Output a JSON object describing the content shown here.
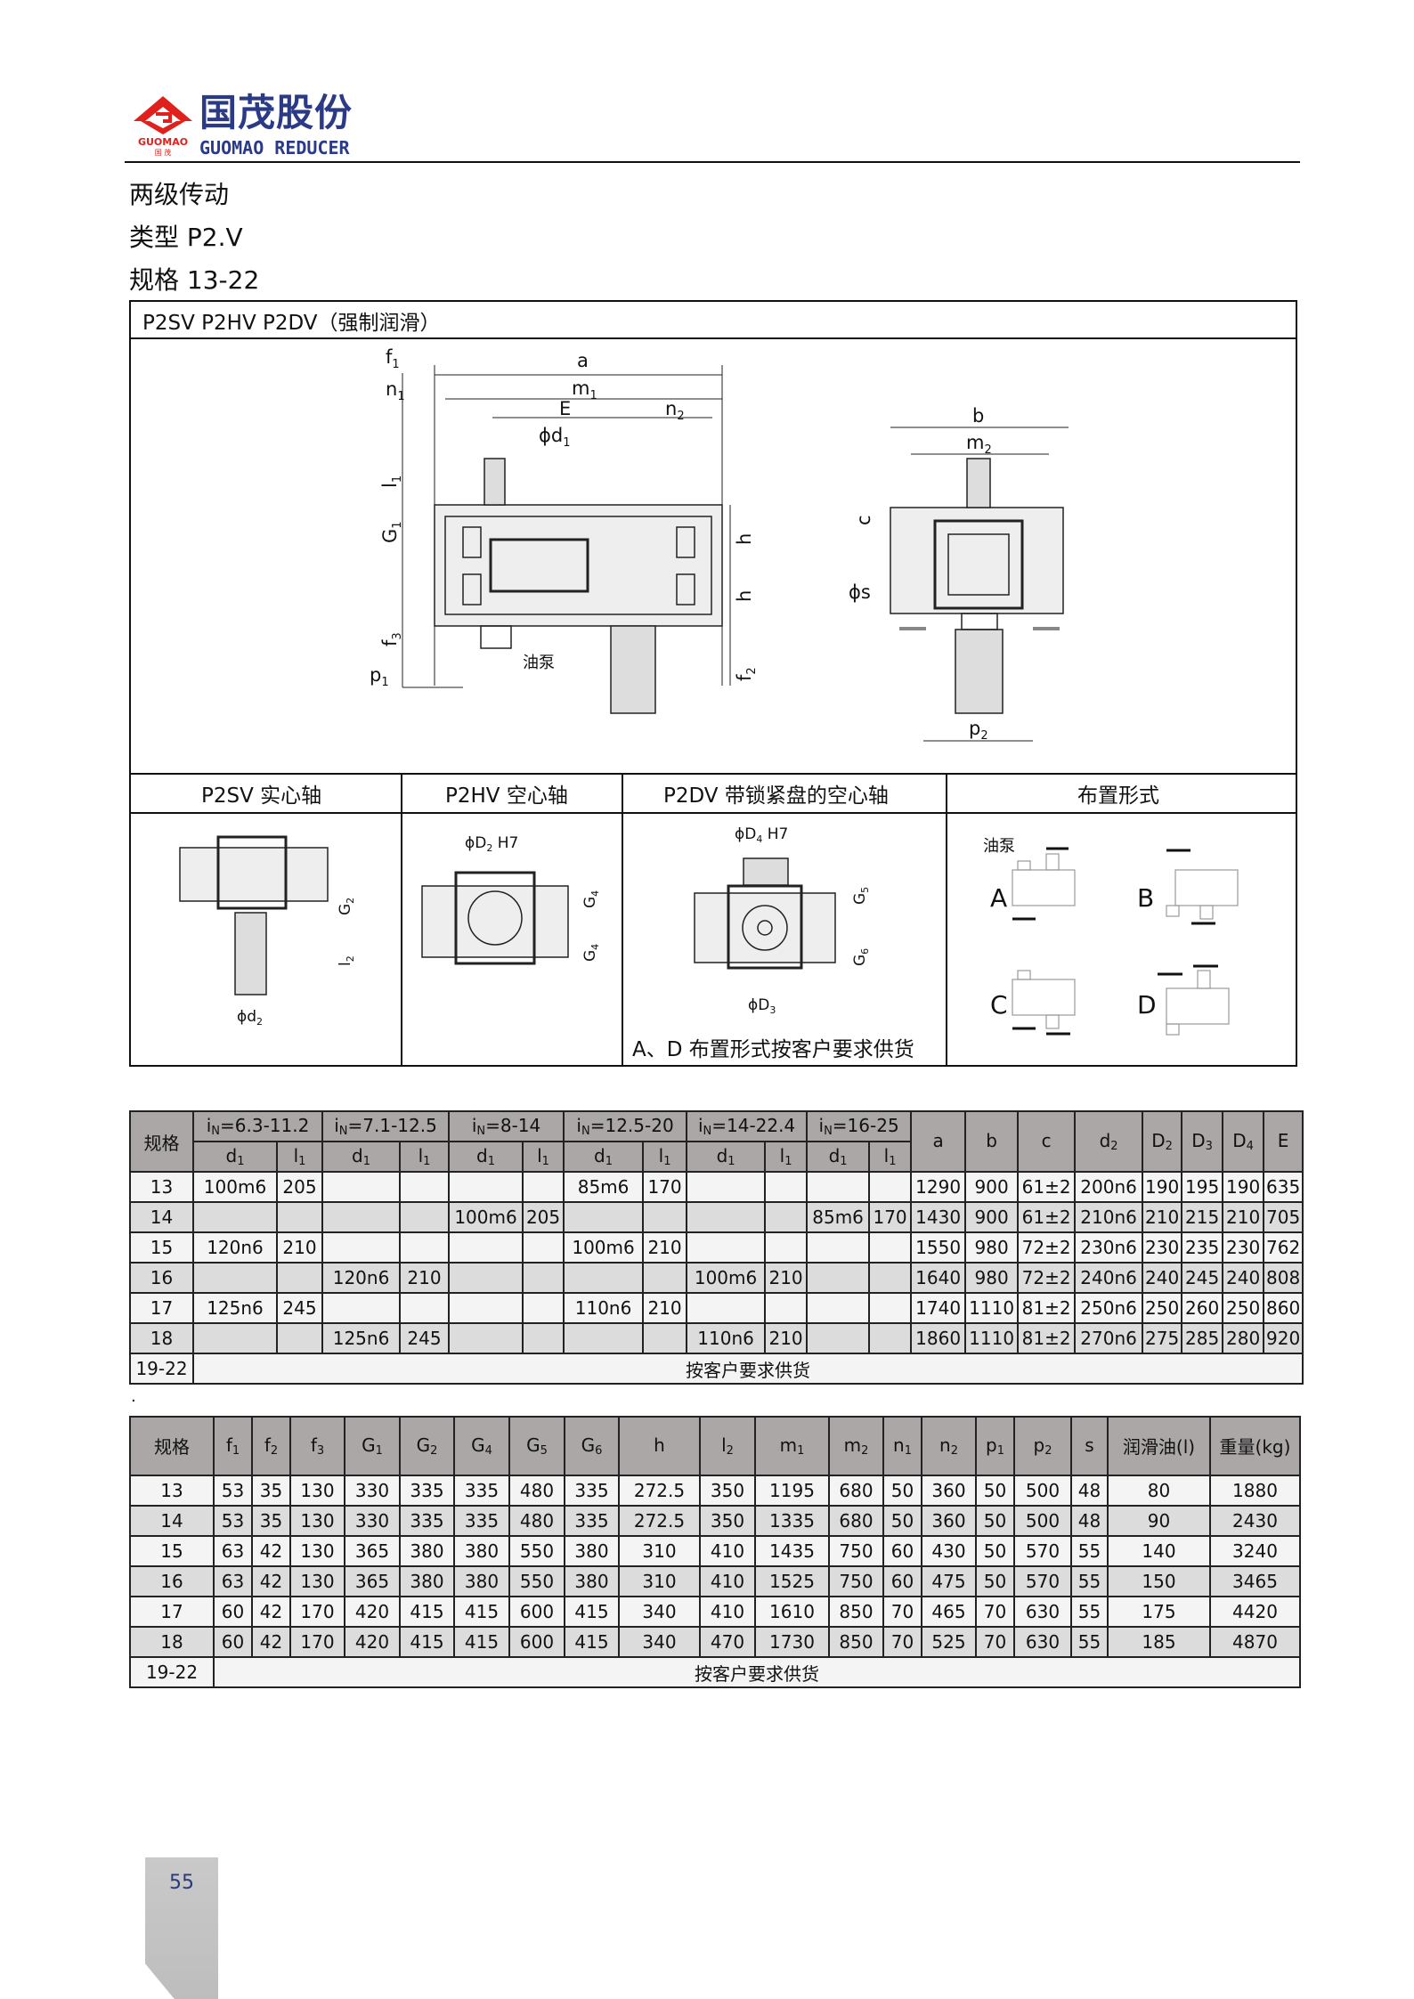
{
  "header": {
    "logo_cn": "国茂股份",
    "logo_en": "GUOMAO REDUCER",
    "logo_small": "GUOMAO",
    "logo_small_cn": "国 茂",
    "brand_color": "#2b3a86",
    "logo_red": "#e0201c"
  },
  "titles": [
    "两级传动",
    "类型 P2.V",
    "规格 13-22"
  ],
  "box_title": "P2SV P2HV P2DV（强制润滑）",
  "panels": [
    "P2SV  实心轴",
    "P2HV  空心轴",
    "P2DV  带锁紧盘的空心轴",
    "布置形式"
  ],
  "main_labels": {
    "f1": "f",
    "a": "a",
    "n1": "n",
    "m1": "m",
    "E": "E",
    "n2": "n",
    "d1": "ϕd",
    "l1": "l",
    "G1": "G",
    "f3": "f",
    "p1": "p",
    "pump": "油泵",
    "h": "h",
    "f2": "f",
    "b": "b",
    "m2": "m",
    "c": "c",
    "s": "ϕs",
    "p2": "p"
  },
  "subs": {
    "one": "1",
    "two": "2",
    "three": "3",
    "four": "4",
    "five": "5",
    "six": "6"
  },
  "sub_labels": {
    "d2": "ϕd",
    "G2": "G",
    "l2": "l",
    "D2": "ϕD",
    "H7": " H7",
    "G4": "G",
    "D4": "ϕD",
    "G5": "G",
    "G6": "G",
    "D3": "ϕD",
    "note": "A、D 布置形式按客户要求供货",
    "pump": "油泵",
    "A": "A",
    "B": "B",
    "C": "C",
    "D": "D"
  },
  "table1": {
    "size_header": "规格",
    "groups": [
      [
        "i",
        "N",
        "=6.3-11.2"
      ],
      [
        "i",
        "N",
        "=7.1-12.5"
      ],
      [
        "i",
        "N",
        "=8-14"
      ],
      [
        "i",
        "N",
        "=12.5-20"
      ],
      [
        "i",
        "N",
        "=14-22.4"
      ],
      [
        "i",
        "N",
        "=16-25"
      ]
    ],
    "sub_headers": [
      [
        "d",
        "1"
      ],
      [
        "l",
        "1"
      ]
    ],
    "right_headers": [
      [
        "a",
        ""
      ],
      [
        "b",
        ""
      ],
      [
        "c",
        ""
      ],
      [
        "d",
        "2"
      ],
      [
        "D",
        "2"
      ],
      [
        "D",
        "3"
      ],
      [
        "D",
        "4"
      ],
      [
        "E",
        ""
      ]
    ],
    "rows": [
      [
        "13",
        "100m6",
        "205",
        "",
        "",
        "",
        "",
        "85m6",
        "170",
        "",
        "",
        "",
        "",
        "1290",
        "900",
        "61±2",
        "200n6",
        "190",
        "195",
        "190",
        "635"
      ],
      [
        "14",
        "",
        "",
        "",
        "",
        "100m6",
        "205",
        "",
        "",
        "",
        "",
        "85m6",
        "170",
        "1430",
        "900",
        "61±2",
        "210n6",
        "210",
        "215",
        "210",
        "705"
      ],
      [
        "15",
        "120n6",
        "210",
        "",
        "",
        "",
        "",
        "100m6",
        "210",
        "",
        "",
        "",
        "",
        "1550",
        "980",
        "72±2",
        "230n6",
        "230",
        "235",
        "230",
        "762"
      ],
      [
        "16",
        "",
        "",
        "120n6",
        "210",
        "",
        "",
        "",
        "",
        "100m6",
        "210",
        "",
        "",
        "1640",
        "980",
        "72±2",
        "240n6",
        "240",
        "245",
        "240",
        "808"
      ],
      [
        "17",
        "125n6",
        "245",
        "",
        "",
        "",
        "",
        "110n6",
        "210",
        "",
        "",
        "",
        "",
        "1740",
        "1110",
        "81±2",
        "250n6",
        "250",
        "260",
        "250",
        "860"
      ],
      [
        "18",
        "",
        "",
        "125n6",
        "245",
        "",
        "",
        "",
        "",
        "110n6",
        "210",
        "",
        "",
        "1860",
        "1110",
        "81±2",
        "270n6",
        "275",
        "285",
        "280",
        "920"
      ]
    ],
    "last_row": [
      "19-22",
      "按客户要求供货"
    ]
  },
  "dot": ".",
  "table2": {
    "headers": [
      [
        "规格",
        ""
      ],
      [
        "f",
        "1"
      ],
      [
        "f",
        "2"
      ],
      [
        "f",
        "3"
      ],
      [
        "G",
        "1"
      ],
      [
        "G",
        "2"
      ],
      [
        "G",
        "4"
      ],
      [
        "G",
        "5"
      ],
      [
        "G",
        "6"
      ],
      [
        "h",
        ""
      ],
      [
        "l",
        "2"
      ],
      [
        "m",
        "1"
      ],
      [
        "m",
        "2"
      ],
      [
        "n",
        "1"
      ],
      [
        "n",
        "2"
      ],
      [
        "p",
        "1"
      ],
      [
        "p",
        "2"
      ],
      [
        "s",
        ""
      ],
      [
        "润滑油(l)",
        ""
      ],
      [
        "重量(kg)",
        ""
      ]
    ],
    "rows": [
      [
        "13",
        "53",
        "35",
        "130",
        "330",
        "335",
        "335",
        "480",
        "335",
        "272.5",
        "350",
        "1195",
        "680",
        "50",
        "360",
        "50",
        "500",
        "48",
        "80",
        "1880"
      ],
      [
        "14",
        "53",
        "35",
        "130",
        "330",
        "335",
        "335",
        "480",
        "335",
        "272.5",
        "350",
        "1335",
        "680",
        "50",
        "360",
        "50",
        "500",
        "48",
        "90",
        "2430"
      ],
      [
        "15",
        "63",
        "42",
        "130",
        "365",
        "380",
        "380",
        "550",
        "380",
        "310",
        "410",
        "1435",
        "750",
        "60",
        "430",
        "50",
        "570",
        "55",
        "140",
        "3240"
      ],
      [
        "16",
        "63",
        "42",
        "130",
        "365",
        "380",
        "380",
        "550",
        "380",
        "310",
        "410",
        "1525",
        "750",
        "60",
        "475",
        "50",
        "570",
        "55",
        "150",
        "3465"
      ],
      [
        "17",
        "60",
        "42",
        "170",
        "420",
        "415",
        "415",
        "600",
        "415",
        "340",
        "410",
        "1610",
        "850",
        "70",
        "465",
        "70",
        "630",
        "55",
        "175",
        "4420"
      ],
      [
        "18",
        "60",
        "42",
        "170",
        "420",
        "415",
        "415",
        "600",
        "415",
        "340",
        "470",
        "1730",
        "850",
        "70",
        "525",
        "70",
        "630",
        "55",
        "185",
        "4870"
      ]
    ],
    "last_row": [
      "19-22",
      "按客户要求供货"
    ]
  },
  "page_number": "55"
}
